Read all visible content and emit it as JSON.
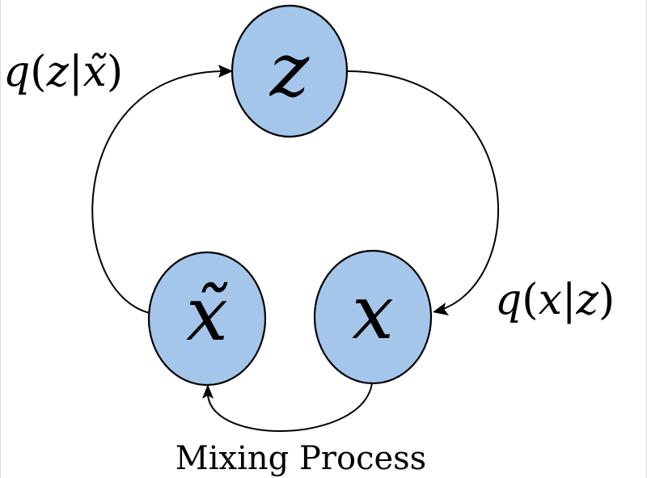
{
  "nodes": {
    "z": {
      "label": "z"
    },
    "x_tilde": {
      "label": "x̃"
    },
    "x": {
      "label": "x"
    }
  },
  "edges": {
    "encoder": {
      "label_func": "q",
      "label_open": "(",
      "label_var": "z",
      "label_bar": "|",
      "label_given": "x̃",
      "label_close": ")"
    },
    "decoder": {
      "label_func": "q",
      "label_open": "(",
      "label_var": "x",
      "label_bar": "|",
      "label_given": "z",
      "label_close": ")"
    },
    "mixing": {
      "label": "Mixing Process"
    }
  },
  "colors": {
    "node_fill": "#a4c6ea",
    "stroke": "#000000"
  }
}
